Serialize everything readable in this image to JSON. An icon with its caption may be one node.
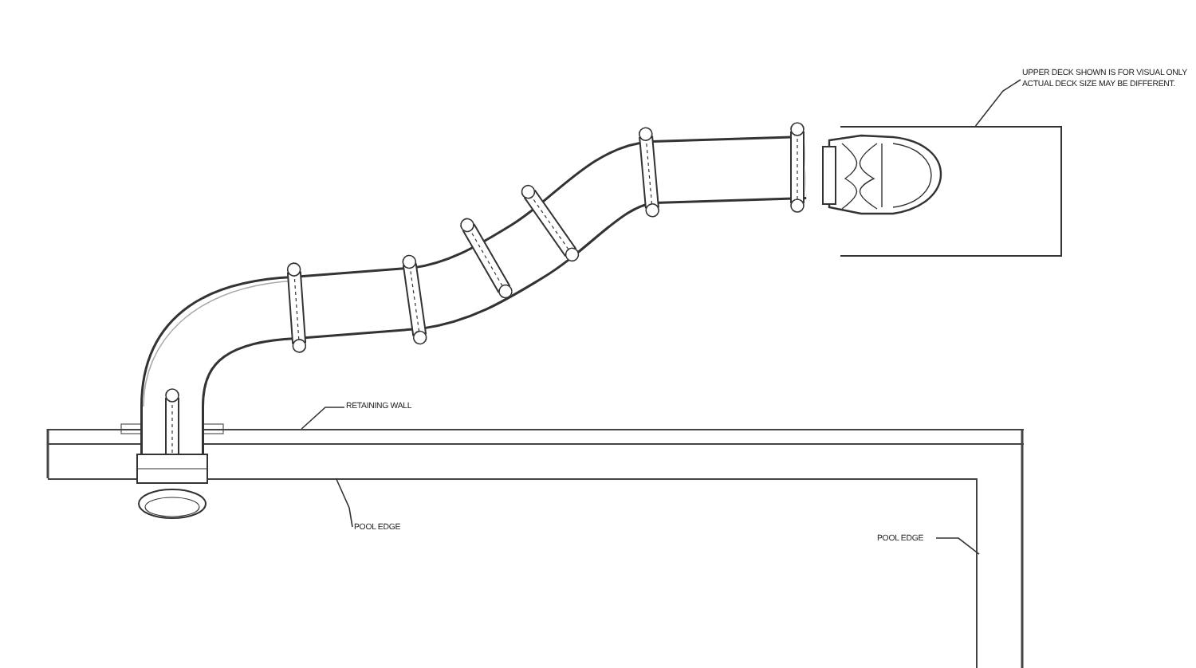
{
  "diagram": {
    "nodes": [
      {
        "text": [
          "UPPER DECK SHOWN IS FOR VISUAL ONLY ACTUAL DECK SIZE MAY BE DIFFERENT."
        ]
      },
      {
        "text": [],
        "shape": "box"
      },
      {
        "text": [
          "RETAINING WALL"
        ]
      },
      {
        "text": [],
        "shape": "bar"
      },
      {
        "text": [],
        "shape": "box"
      },
      {
        "text": [
          "POOL EDGE"
        ],
        "in": 4
      },
      {
        "text": [
          "POOL EDGE"
        ],
        "in": 4
      }
    ],
    "edges": [
      {
        "from": 0,
        "to": 1,
        "arrow": "none"
      },
      {
        "from": 2,
        "to": 3,
        "arrow": "none"
      },
      {
        "from": 5,
        "to": 4,
        "arrow": "none"
      },
      {
        "from": 6,
        "to": 4,
        "arrow": "none"
      }
    ]
  }
}
